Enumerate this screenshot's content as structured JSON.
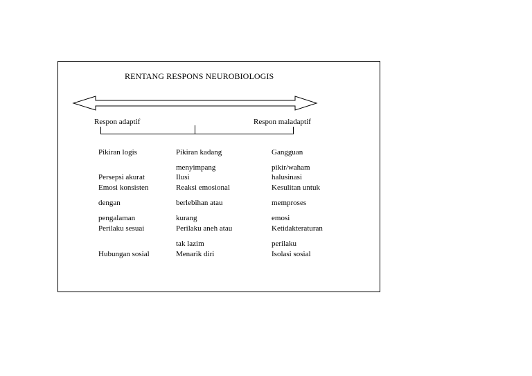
{
  "diagram": {
    "title": "RENTANG RESPONS NEUROBIOLOGIS",
    "ends": {
      "left": "Respon adaptif",
      "right": "Respon maladaptif"
    },
    "columns": [
      {
        "lines": [
          "Pikiran logis",
          "Persepsi akurat",
          "Emosi konsisten",
          "dengan",
          "pengalaman",
          "Perilaku sesuai",
          "Hubungan sosial"
        ]
      },
      {
        "lines": [
          "Pikiran kadang",
          "menyimpang",
          "Ilusi",
          "Reaksi emosional",
          "berlebihan atau",
          "kurang",
          "Perilaku aneh atau",
          "tak lazim",
          "Menarik diri"
        ]
      },
      {
        "lines": [
          "Gangguan",
          "pikir/waham",
          "halusinasi",
          "Kesulitan untuk",
          "memproses",
          "emosi",
          "Ketidakteraturan",
          "perilaku",
          "Isolasi sosial"
        ]
      }
    ]
  }
}
